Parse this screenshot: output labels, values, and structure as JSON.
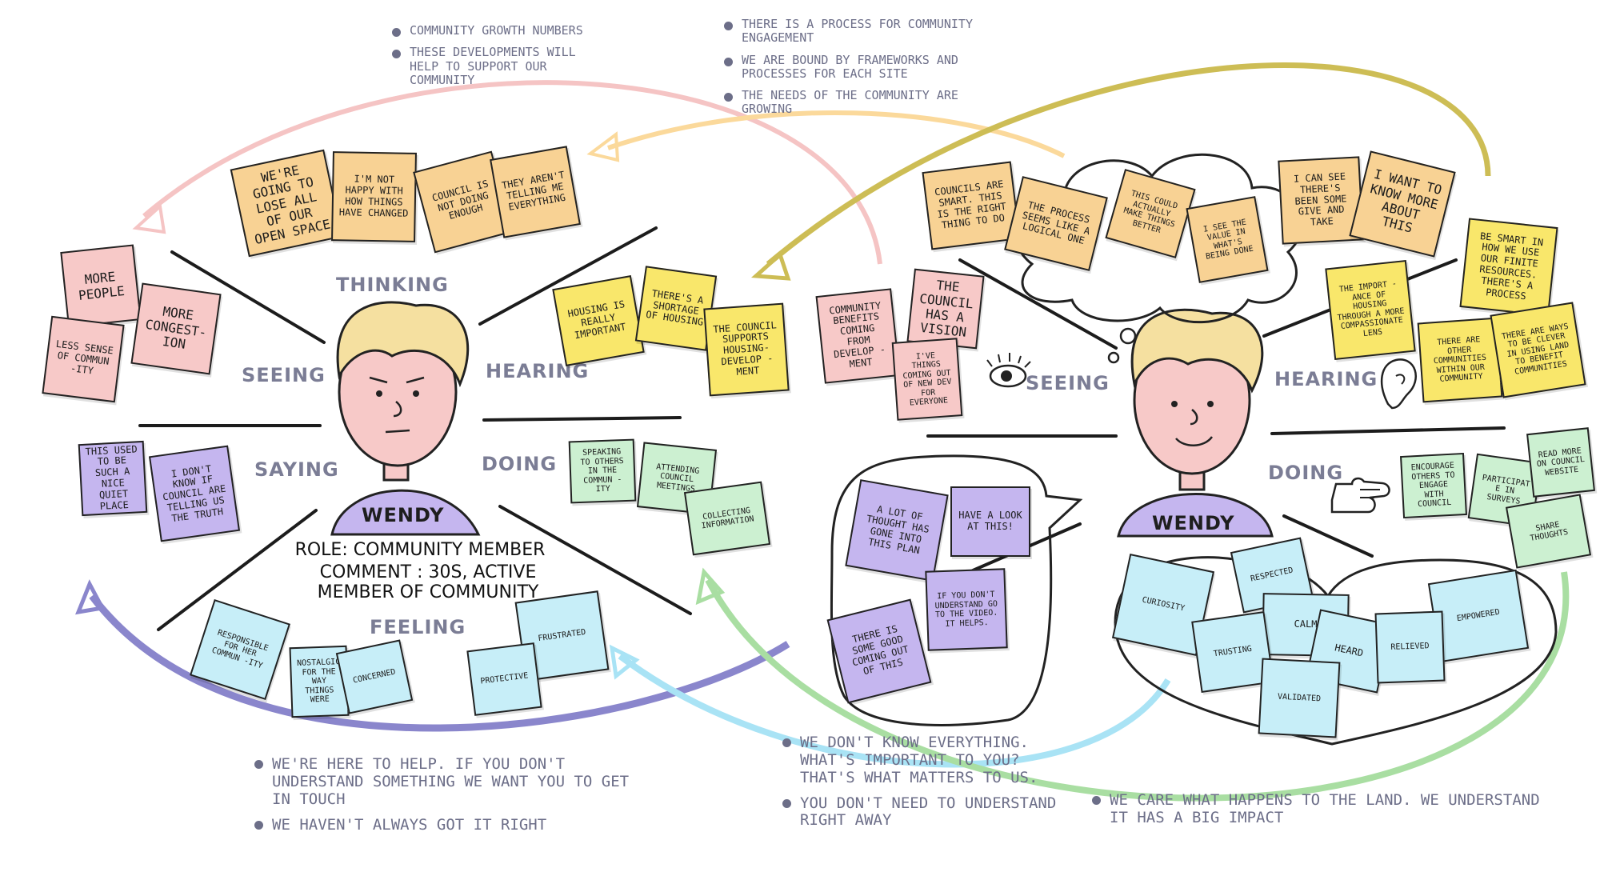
{
  "left": {
    "persona": {
      "name": "WENDY",
      "role": "ROLE: COMMUNITY MEMBER",
      "comment": "COMMENT : 30s, ACTIVE MEMBER OF COMMUNITY"
    },
    "labels": {
      "thinking": "THINKING",
      "seeing": "SEEING",
      "hearing": "HEARING",
      "saying": "SAYING",
      "doing": "DOING",
      "feeling": "FEELING"
    },
    "thinking_notes": [
      "WE'RE GOING TO LOSE ALL OF OUR OPEN SPACE",
      "I'M NOT HAPPY WITH HOW THINGS HAVE CHANGED",
      "COUNCIL IS NOT DOING ENOUGH",
      "THEY AREN'T TELLING ME EVERYTHING"
    ],
    "seeing_notes": [
      "MORE PEOPLE",
      "MORE CONGEST-ION",
      "LESS SENSE OF COMMUN -ITY"
    ],
    "hearing_notes": [
      "HOUSING IS REALLY IMPORTANT",
      "THERE'S A SHORTAGE OF HOUSING",
      "THE COUNCIL SUPPORTS HOUSING-DEVELOP -MENT"
    ],
    "saying_notes": [
      "THIS USED TO BE SUCH A NICE QUIET PLACE",
      "I DON'T KNOW IF COUNCIL ARE TELLING US THE TRUTH"
    ],
    "doing_notes": [
      "SPEAKING TO OTHERS IN THE COMMUN -ITY",
      "ATTENDING COUNCIL MEETINGS",
      "COLLECTING INFORMATION"
    ],
    "feeling_notes": [
      "RESPONSIBLE FOR HER COMMUN -ITY",
      "NOSTALGIC FOR THE WAY THINGS WERE",
      "CONCERNED",
      "FRUSTRATED",
      "PROTECTIVE"
    ]
  },
  "right": {
    "persona": {
      "name": "WENDY"
    },
    "labels": {
      "seeing": "SEEING",
      "hearing": "HEARING",
      "doing": "DOING"
    },
    "thinking_notes": [
      "COUNCILS ARE SMART. THIS IS THE RIGHT THING TO DO",
      "THE PROCESS SEEMS LIKE A LOGICAL ONE",
      "THIS COULD ACTUALLY MAKE THINGS BETTER",
      "I SEE THE VALUE IN WHAT'S BEING DONE",
      "I CAN SEE THERE'S BEEN SOME GIVE AND TAKE",
      "I WANT TO KNOW MORE ABOUT THIS"
    ],
    "seeing_notes": [
      "COMMUNITY BENEFITS COMING FROM DEVELOP -MENT",
      "THE COUNCIL HAS A VISION",
      "I'VE THINGS COMING OUT OF NEW DEV FOR EVERYONE"
    ],
    "hearing_notes": [
      "THE IMPORT -ANCE OF HOUSING THROUGH A MORE COMPASSIONATE LENS",
      "BE SMART IN HOW WE USE OUR FINITE RESOURCES. THERE'S A PROCESS",
      "THERE ARE OTHER COMMUNITIES WITHIN OUR COMMUNITY",
      "THERE ARE WAYS TO BE CLEVER IN USING LAND TO BENEFIT COMMUNITIES"
    ],
    "saying_notes": [
      "A LOT OF THOUGHT HAS GONE INTO THIS PLAN",
      "HAVE A LOOK AT THIS!",
      "IF YOU DON'T UNDERSTAND GO TO THE VIDEO. IT HELPS.",
      "THERE IS SOME GOOD COMING OUT OF THIS"
    ],
    "doing_notes": [
      "ENCOURAGE OTHERS TO ENGAGE WITH COUNCIL",
      "PARTICIPATE IN SURVEYS",
      "READ MORE ON COUNCIL WEBSITE",
      "SHARE THOUGHTS"
    ],
    "feeling_notes": [
      "CURIOSITY",
      "RESPECTED",
      "CALM",
      "EMPOWERED",
      "TRUSTING",
      "HEARD",
      "RELIEVED",
      "VALIDATED"
    ]
  },
  "messages": {
    "top_left": [
      "COMMUNITY GROWTH NUMBERS",
      "THESE DEVELOPMENTS WILL HELP TO SUPPORT OUR COMMUNITY"
    ],
    "top_center": [
      "THERE IS A PROCESS FOR COMMUNITY ENGAGEMENT",
      "WE ARE BOUND BY FRAMEWORKS AND PROCESSES FOR EACH SITE",
      "THE NEEDS OF THE COMMUNITY ARE GROWING"
    ],
    "bottom_left": [
      "WE'RE HERE TO HELP. IF YOU DON'T UNDERSTAND SOMETHING WE WANT YOU TO GET IN TOUCH",
      "WE HAVEN'T ALWAYS GOT IT RIGHT"
    ],
    "bottom_center": [
      "WE DON'T KNOW EVERYTHING. WHAT'S IMPORTANT TO YOU? THAT'S WHAT MATTERS TO US.",
      "YOU DON'T NEED TO UNDERSTAND RIGHT AWAY"
    ],
    "bottom_right": [
      "WE CARE WHAT HAPPENS TO THE LAND. WE UNDERSTAND IT HAS A BIG IMPACT"
    ]
  },
  "colors": {
    "pink": "#f7c9c8",
    "orange": "#f8d294",
    "yellow": "#f9e76b",
    "purple": "#c5b6ef",
    "green": "#ccf0d1",
    "blue": "#c7eef8",
    "arrow_pink": "#f5c4c4",
    "arrow_orange": "#fbd99b",
    "arrow_olive": "#cdbd55",
    "arrow_purple": "#8a86cc",
    "arrow_lightblue": "#a9e3f5",
    "arrow_green": "#a9dea2",
    "label_gray": "#7b7d95"
  }
}
